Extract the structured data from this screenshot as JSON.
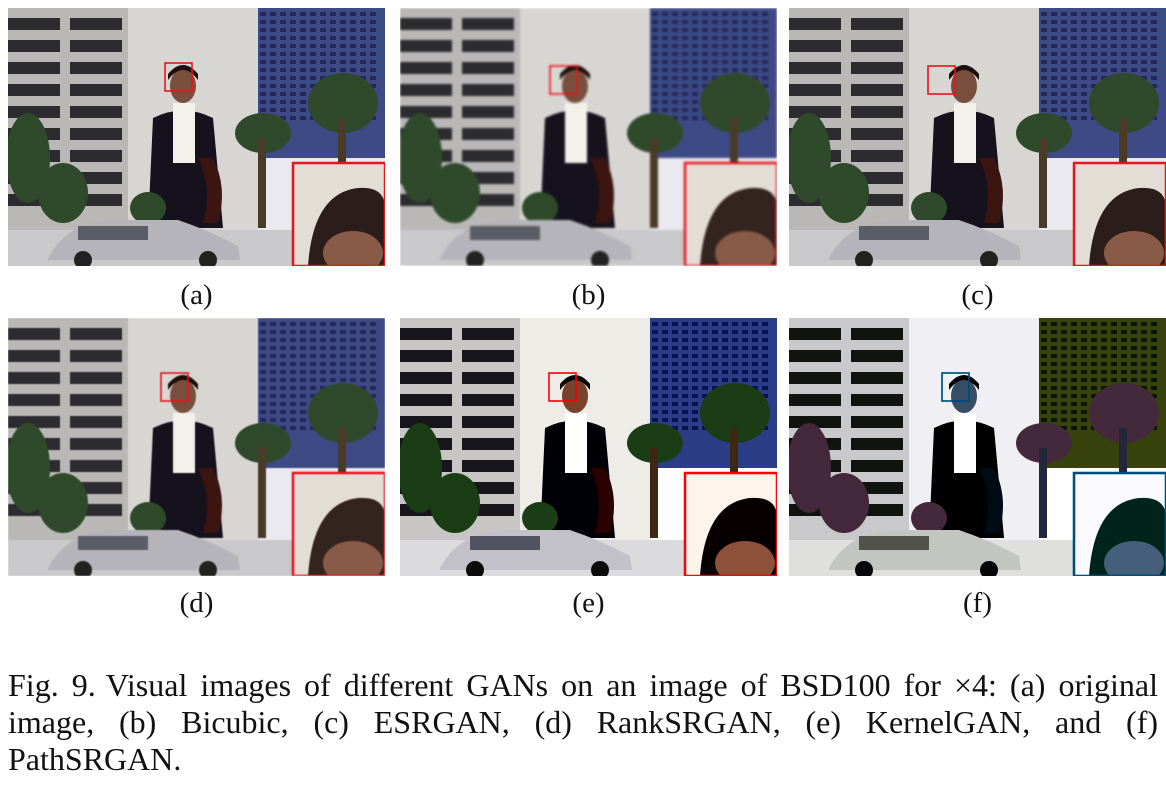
{
  "figure": {
    "number": "Fig. 9.",
    "caption": "Visual images of different GANs on an image of BSD100 for ×4: (a) original image, (b) Bicubic, (c) ESRGAN, (d) RankSRGAN, (e) KernelGAN, and (f) PathSRGAN."
  },
  "panels": [
    {
      "label": "(a)",
      "method": "original image"
    },
    {
      "label": "(b)",
      "method": "Bicubic"
    },
    {
      "label": "(c)",
      "method": "ESRGAN"
    },
    {
      "label": "(d)",
      "method": "RankSRGAN"
    },
    {
      "label": "(e)",
      "method": "KernelGAN"
    },
    {
      "label": "(f)",
      "method": "PathSRGAN"
    }
  ],
  "colors": {
    "highlight_box": "#e8141c",
    "building_blue": "#3d4a86",
    "sky": "#e9e9ef"
  }
}
